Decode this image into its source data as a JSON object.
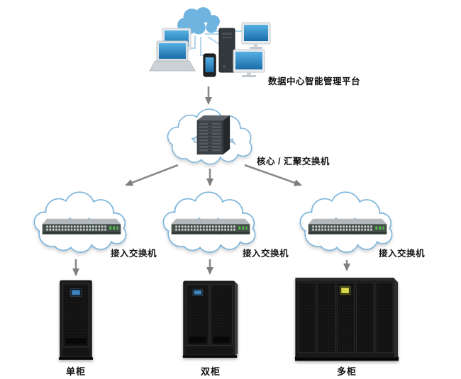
{
  "diagram": {
    "background": "#ffffff",
    "management_platform": {
      "label": "数据中心智能管理平台"
    },
    "core_switch": {
      "label": "核心 / 汇聚交换机"
    },
    "access_switches": [
      {
        "label": "接入交换机"
      },
      {
        "label": "接入交换机"
      },
      {
        "label": "接入交换机"
      }
    ],
    "cabinets": [
      {
        "label": "单柜"
      },
      {
        "label": "双柜"
      },
      {
        "label": "多柜"
      }
    ],
    "colors": {
      "cloud_outline": "#7cb5dc",
      "cloud_fill": "#ffffff",
      "solid_cloud_fill": "#6fb3e0",
      "arrow": "#8a8a8a",
      "label_text": "#111111",
      "cabinet_body": "#1d1d1d",
      "switch_body": "#46504b",
      "screen_blue": "#3f85c0",
      "screen_yellow": "#d8d94a"
    }
  }
}
